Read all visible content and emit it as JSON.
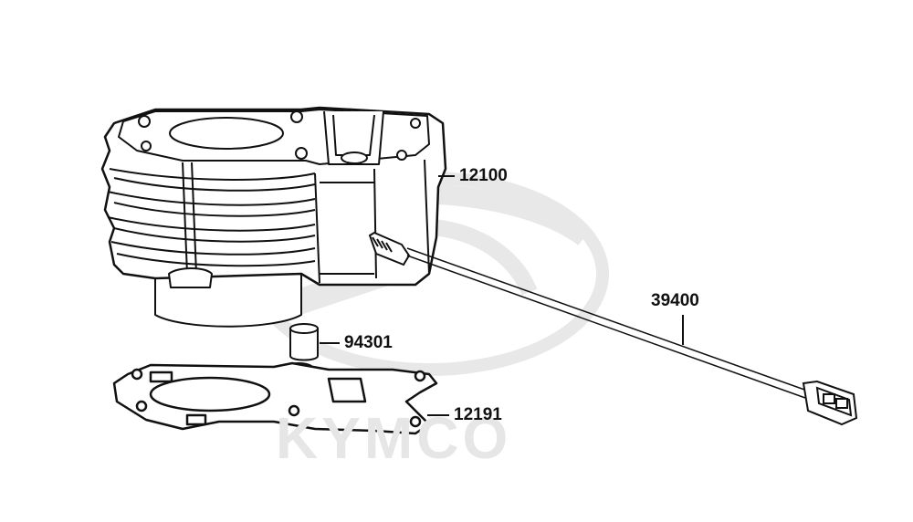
{
  "watermark": {
    "brand": "KYMCO",
    "color": "#e7e7e7"
  },
  "parts": [
    {
      "id": "cylinder",
      "number": "12100"
    },
    {
      "id": "dowel-pin",
      "number": "94301"
    },
    {
      "id": "gasket",
      "number": "12191"
    },
    {
      "id": "wire-harness",
      "number": "39400"
    }
  ],
  "colors": {
    "line": "#111111",
    "background": "#ffffff"
  }
}
